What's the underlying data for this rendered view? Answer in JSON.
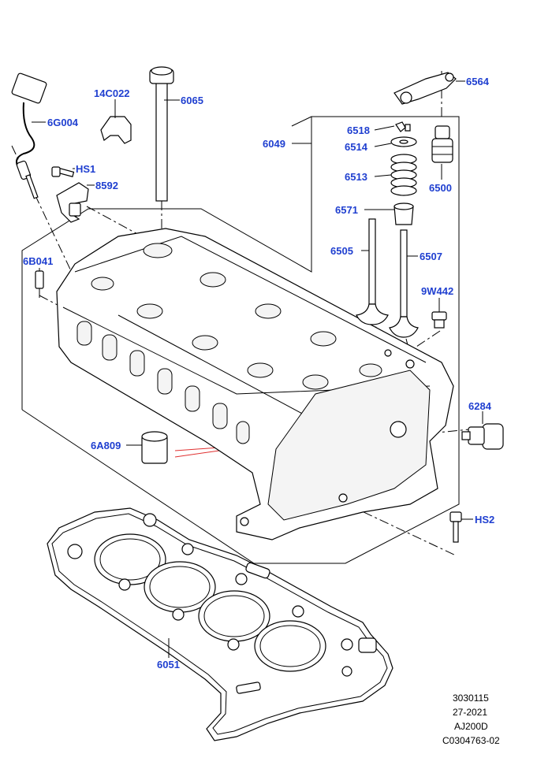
{
  "labels": {
    "p6564": "6564",
    "p6065": "6065",
    "p14C022": "14C022",
    "p6G004": "6G004",
    "p6049": "6049",
    "p6518": "6518",
    "p6514": "6514",
    "p6513": "6513",
    "p6500": "6500",
    "p6571": "6571",
    "pHS1": "HS1",
    "p8592": "8592",
    "p6505": "6505",
    "p6507": "6507",
    "p6B041": "6B041",
    "p9W442": "9W442",
    "p6284": "6284",
    "p6A809": "6A809",
    "pHS2": "HS2",
    "p6051": "6051"
  },
  "meta": {
    "line1": "3030115",
    "line2": "27-2021",
    "line3": "AJ200D",
    "line4": "C0304763-02"
  },
  "colors": {
    "label": "#1f3fd0",
    "leader_red": "#e03030"
  }
}
